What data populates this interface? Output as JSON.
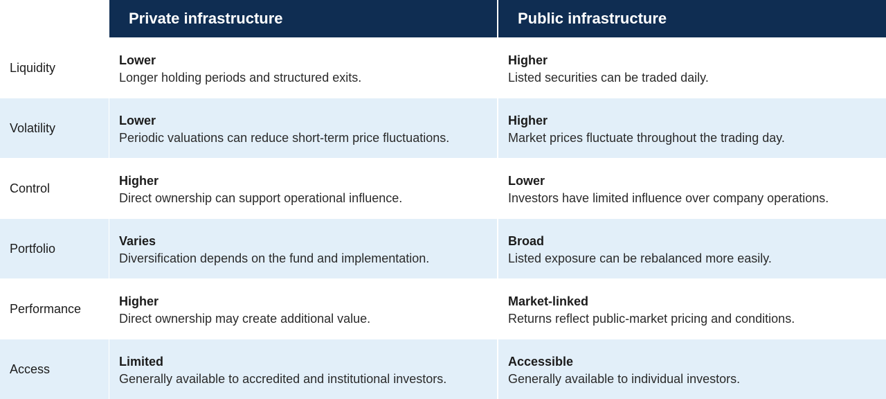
{
  "columns": {
    "private": "Private infrastructure",
    "public": "Public infrastructure"
  },
  "rows": [
    {
      "label": "Liquidity",
      "private": {
        "title": "Lower",
        "desc": "Longer holding periods and structured exits."
      },
      "public": {
        "title": "Higher",
        "desc": "Listed securities can be traded daily."
      }
    },
    {
      "label": "Volatility",
      "private": {
        "title": "Lower",
        "desc": "Periodic valuations can reduce short-term price fluctuations."
      },
      "public": {
        "title": "Higher",
        "desc": "Market prices fluctuate throughout the trading day."
      }
    },
    {
      "label": "Control",
      "private": {
        "title": "Higher",
        "desc": "Direct ownership can support operational influence."
      },
      "public": {
        "title": "Lower",
        "desc": "Investors have limited influence over company operations."
      }
    },
    {
      "label": "Portfolio",
      "private": {
        "title": "Varies",
        "desc": "Diversification depends on the fund and implementation."
      },
      "public": {
        "title": "Broad",
        "desc": "Listed exposure can be rebalanced more easily."
      }
    },
    {
      "label": "Performance",
      "private": {
        "title": "Higher",
        "desc": "Direct ownership may create additional value."
      },
      "public": {
        "title": "Market-linked",
        "desc": "Returns reflect public-market pricing and conditions."
      }
    },
    {
      "label": "Access",
      "private": {
        "title": "Limited",
        "desc": "Generally available to accredited and institutional investors."
      },
      "public": {
        "title": "Accessible",
        "desc": "Generally available to individual investors."
      }
    }
  ],
  "colors": {
    "header_bg": "#0f2d52",
    "shaded_row_bg": "#e2eff9"
  }
}
